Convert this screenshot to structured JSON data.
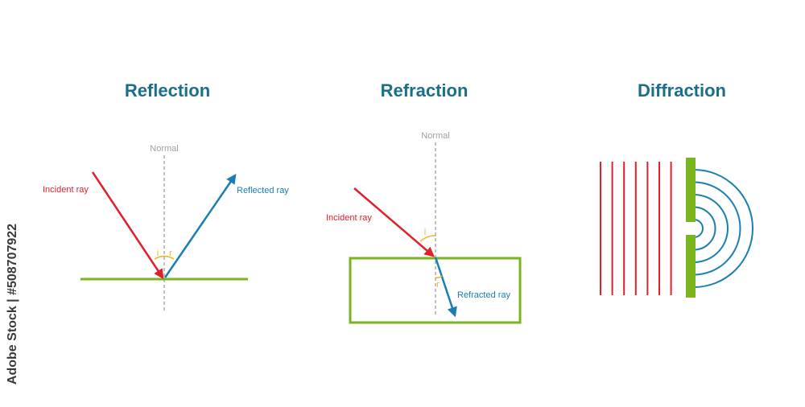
{
  "colors": {
    "title": "#1c6f8c",
    "incident": "#e0202a",
    "reflected": "#1a7fb0",
    "surface": "#7ab51d",
    "normal": "#9e9e9e",
    "angle": "#f0b323",
    "wavefront": "#e0202a",
    "wave": "#1a7fb0"
  },
  "reflection": {
    "title": "Reflection",
    "normal_label": "Normal",
    "incident_label": "Incident ray",
    "reflected_label": "Reflected ray",
    "angle_i": "i",
    "angle_r": "r"
  },
  "refraction": {
    "title": "Refraction",
    "normal_label": "Normal",
    "incident_label": "Incident ray",
    "refracted_label": "Refracted ray",
    "angle_i": "i",
    "angle_r": "r"
  },
  "diffraction": {
    "title": "Diffraction",
    "wavefront_count": 7,
    "ripple_count": 5
  },
  "credit": "Adobe Stock | #508707922"
}
